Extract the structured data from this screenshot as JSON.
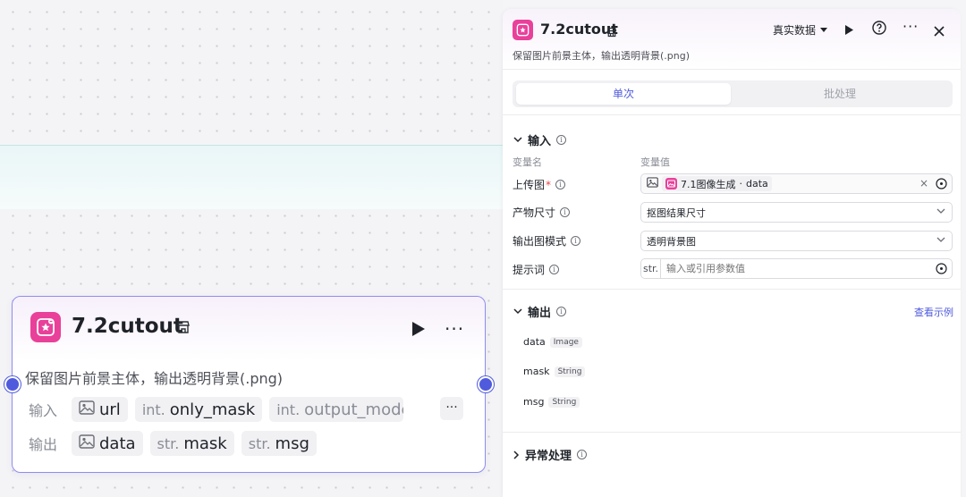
{
  "node": {
    "title": "7.2cutout",
    "description": "保留图片前景主体，输出透明背景(.png)",
    "input_label": "输入",
    "output_label": "输出",
    "inputs": [
      {
        "prefix": "",
        "name": "url",
        "icon": "image-icon"
      },
      {
        "prefix": "int.",
        "name": "only_mask",
        "icon": ""
      },
      {
        "prefix": "int.",
        "name": "output_mode",
        "icon": ""
      }
    ],
    "outputs": [
      {
        "prefix": "",
        "name": "data",
        "icon": "image-icon"
      },
      {
        "prefix": "str.",
        "name": "mask",
        "icon": ""
      },
      {
        "prefix": "str.",
        "name": "msg",
        "icon": ""
      }
    ],
    "more_label": "···",
    "colors": {
      "border": "#8f8cf0",
      "port": "#4f5bdc",
      "icon_bg": "#e9409a"
    }
  },
  "panel": {
    "title": "7.2cutout",
    "description": "保留图片前景主体，输出透明背景(.png)",
    "mode_label": "真实数据",
    "tabs": {
      "single": "单次",
      "batch": "批处理"
    },
    "input_section": {
      "title": "输入",
      "col_name": "变量名",
      "col_value": "变量值",
      "fields": [
        {
          "label": "上传图",
          "required": "*",
          "value_ref_prefix": "7.1图像生成",
          "value_ref_suffix": "data"
        },
        {
          "label": "产物尺寸",
          "value": "抠图结果尺寸"
        },
        {
          "label": "输出图模式",
          "value": "透明背景图"
        },
        {
          "label": "提示词",
          "type_prefix": "str.",
          "placeholder": "输入或引用参数值"
        }
      ]
    },
    "output_section": {
      "title": "输出",
      "example_link": "查看示例",
      "items": [
        {
          "name": "data",
          "type": "Image"
        },
        {
          "name": "mask",
          "type": "String"
        },
        {
          "name": "msg",
          "type": "String"
        }
      ]
    },
    "error_section": {
      "title": "异常处理"
    },
    "accent": "#4f5bdc"
  }
}
